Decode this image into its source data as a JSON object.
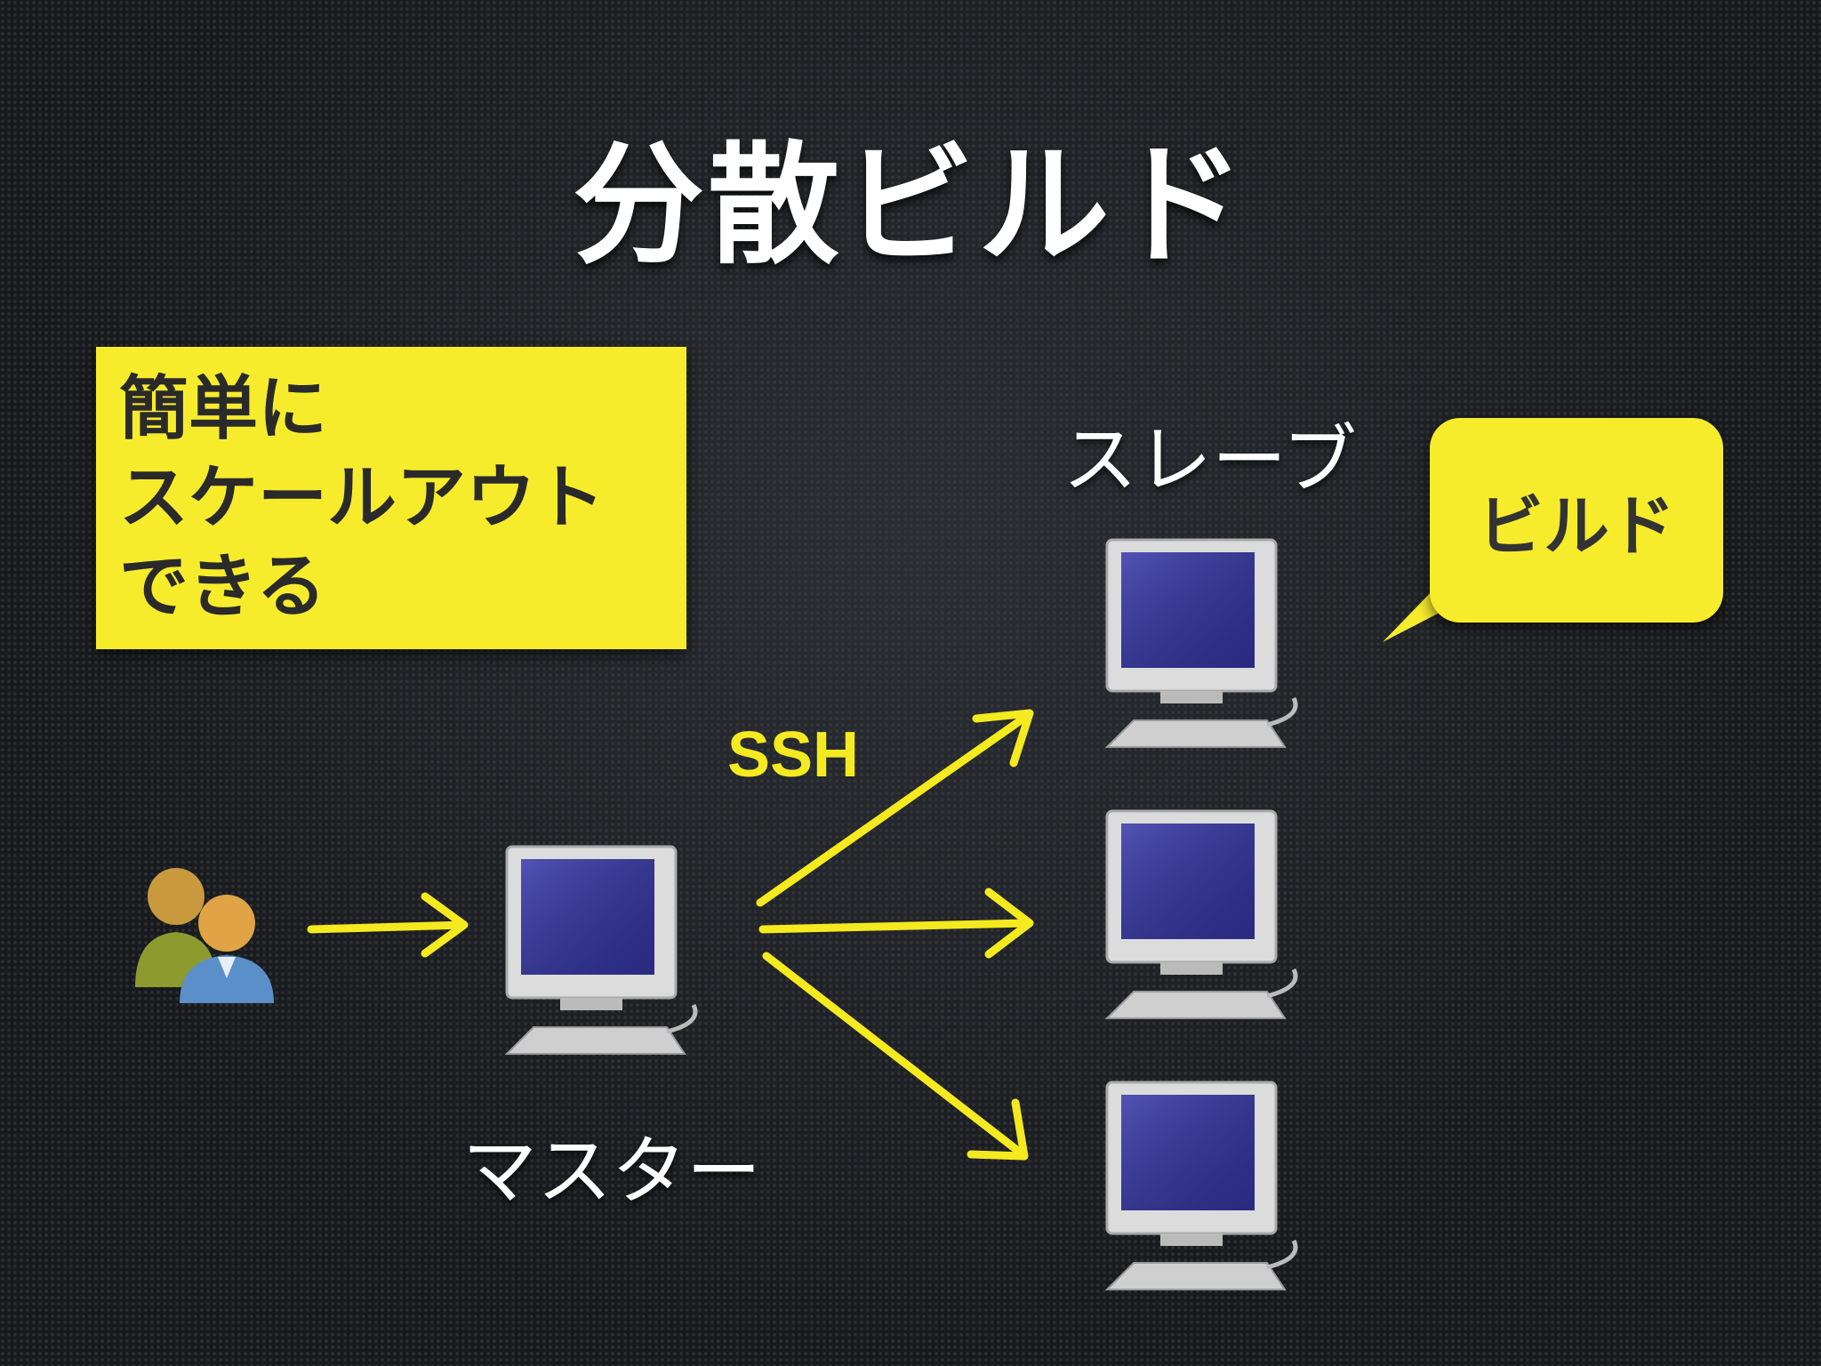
{
  "title": "分散ビルド",
  "note": {
    "lines": [
      "簡単に",
      "スケールアウト",
      "できる"
    ]
  },
  "labels": {
    "slave": "スレーブ",
    "master": "マスター",
    "ssh": "SSH",
    "build_bubble": "ビルド"
  },
  "icons": {
    "users": "users-icon",
    "master_computer": "computer-icon",
    "slave_computers": [
      "computer-icon",
      "computer-icon",
      "computer-icon"
    ]
  },
  "colors": {
    "accent_yellow": "#f7ec2c",
    "arrow_yellow": "#f4ea1f"
  }
}
